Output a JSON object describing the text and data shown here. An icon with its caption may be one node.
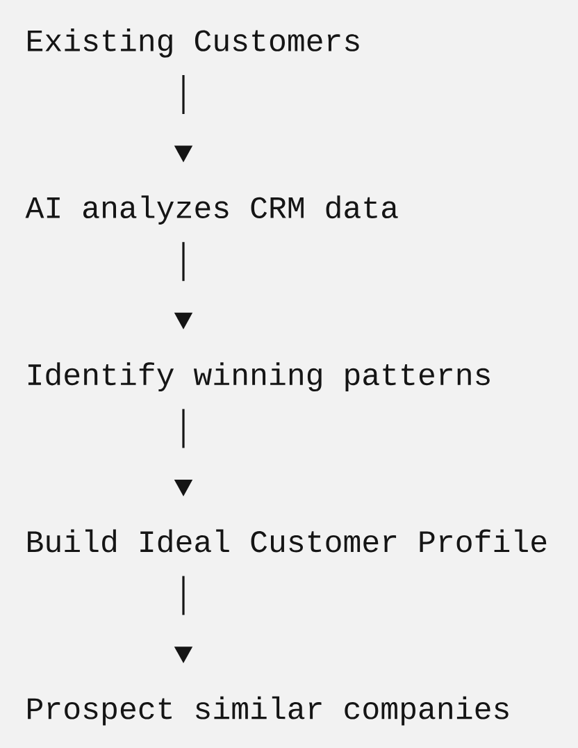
{
  "diagram": {
    "nodes": [
      {
        "text": [
          "Existing Customers"
        ]
      },
      {
        "text": [
          "AI analyzes CRM data"
        ]
      },
      {
        "text": [
          "Identify winning patterns"
        ]
      },
      {
        "text": [
          "Build Ideal Customer Profile"
        ]
      },
      {
        "text": [
          "Prospect similar companies"
        ]
      }
    ],
    "edges": [
      {
        "from": 0,
        "to": 1,
        "arrow": "to"
      },
      {
        "from": 1,
        "to": 2,
        "arrow": "to"
      },
      {
        "from": 2,
        "to": 3,
        "arrow": "to"
      },
      {
        "from": 3,
        "to": 4,
        "arrow": "to"
      }
    ]
  }
}
